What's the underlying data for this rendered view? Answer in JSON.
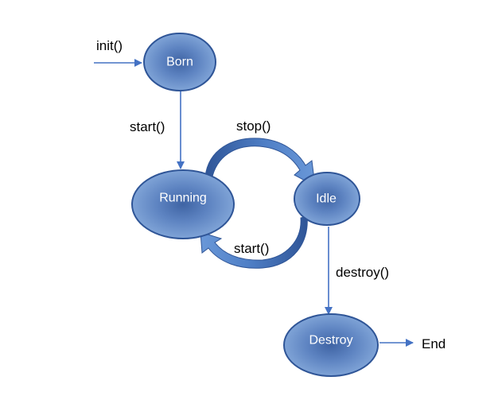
{
  "diagram": {
    "nodes": {
      "born": "Born",
      "running": "Running",
      "idle": "Idle",
      "destroy": "Destroy"
    },
    "edges": {
      "init": "init()",
      "start_born_running": "start()",
      "stop": "stop()",
      "start_idle_running": "start()",
      "destroy": "destroy()",
      "end": "End"
    }
  },
  "colors": {
    "node_fill_center": "#3f64a4",
    "node_fill_edge": "#7ea3d6",
    "node_stroke": "#2f5597",
    "arrow": "#4472c4",
    "curved_arrow_dark": "#2f5597",
    "curved_arrow_light": "#5b8bd0"
  }
}
